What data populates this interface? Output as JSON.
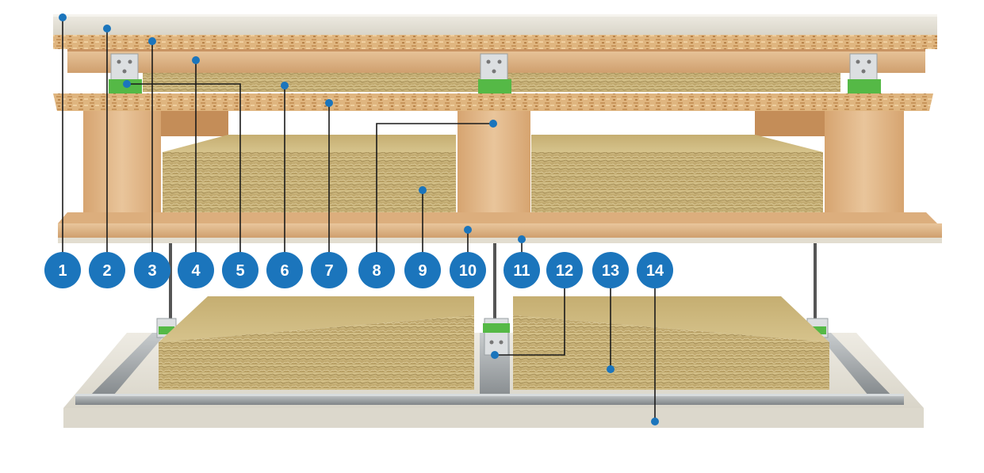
{
  "colors": {
    "accent": "#1b75bc",
    "oak_light": "#e6bf93",
    "oak_mid": "#d8a877",
    "oak_dark": "#bf8a5b",
    "mineral_wool": "#c9b37a",
    "mineral_wool_dark": "#a08a52",
    "plaster": "#e7e4da",
    "metal": "#9ea3a6",
    "bracket_green": "#55b946"
  },
  "callouts": [
    {
      "number": "1"
    },
    {
      "number": "2"
    },
    {
      "number": "3"
    },
    {
      "number": "4"
    },
    {
      "number": "5"
    },
    {
      "number": "6"
    },
    {
      "number": "7"
    },
    {
      "number": "8"
    },
    {
      "number": "9"
    },
    {
      "number": "10"
    },
    {
      "number": "11"
    },
    {
      "number": "12"
    },
    {
      "number": "13"
    },
    {
      "number": "14"
    }
  ]
}
